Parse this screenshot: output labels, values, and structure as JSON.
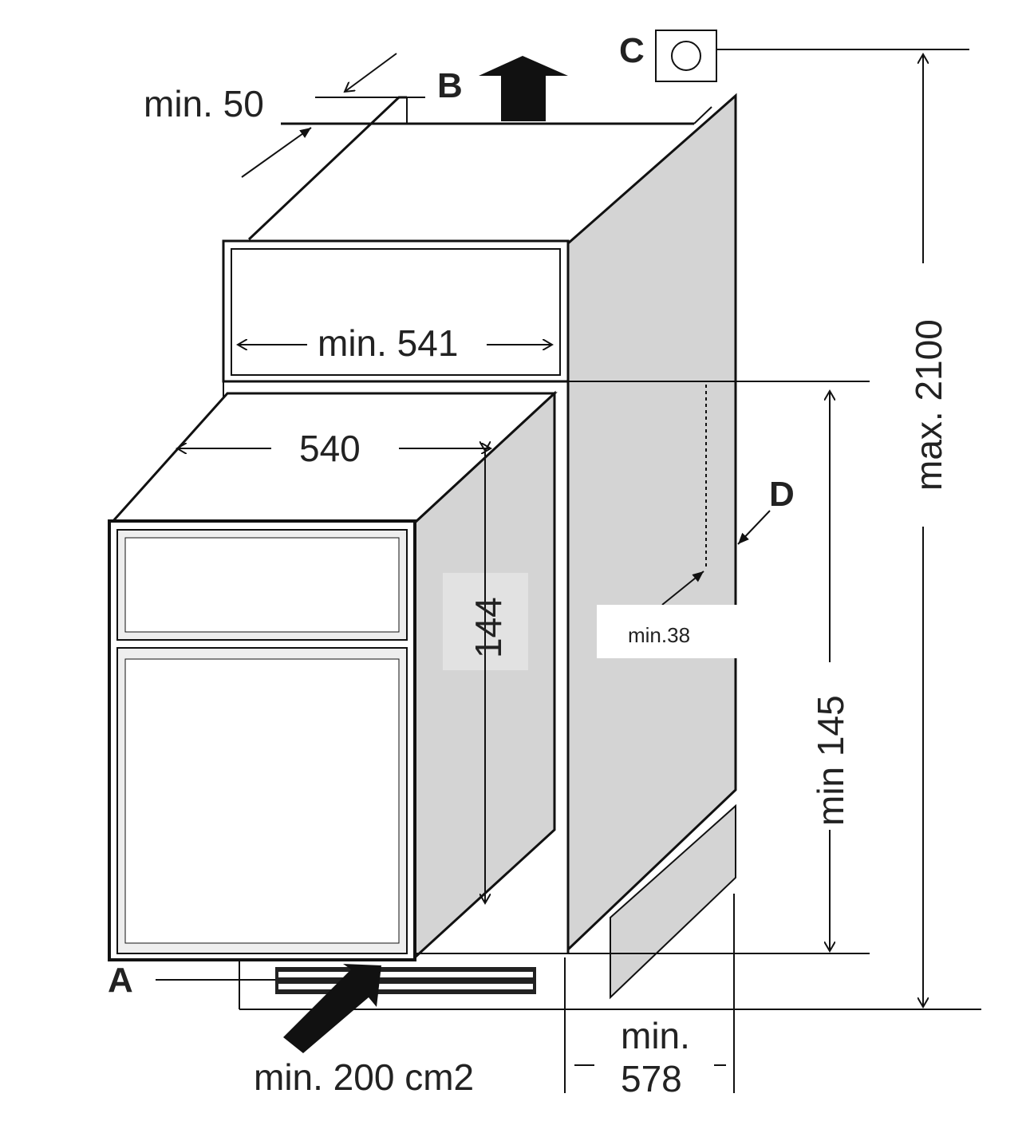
{
  "diagram": {
    "labels": {
      "a": "A",
      "b": "B",
      "c": "C",
      "d": "D"
    },
    "dimensions": {
      "top_gap": "min. 50",
      "niche_width": "min. 541",
      "oven_width": "540",
      "oven_height": "144",
      "side_gap": "min.38",
      "niche_height": "min 145",
      "total_height": "max. 2100",
      "vent_area": "min. 200 cm2",
      "depth_min": "min.",
      "depth_value": "578"
    },
    "colors": {
      "panel": "#d4d4d4",
      "line": "#111111"
    }
  }
}
